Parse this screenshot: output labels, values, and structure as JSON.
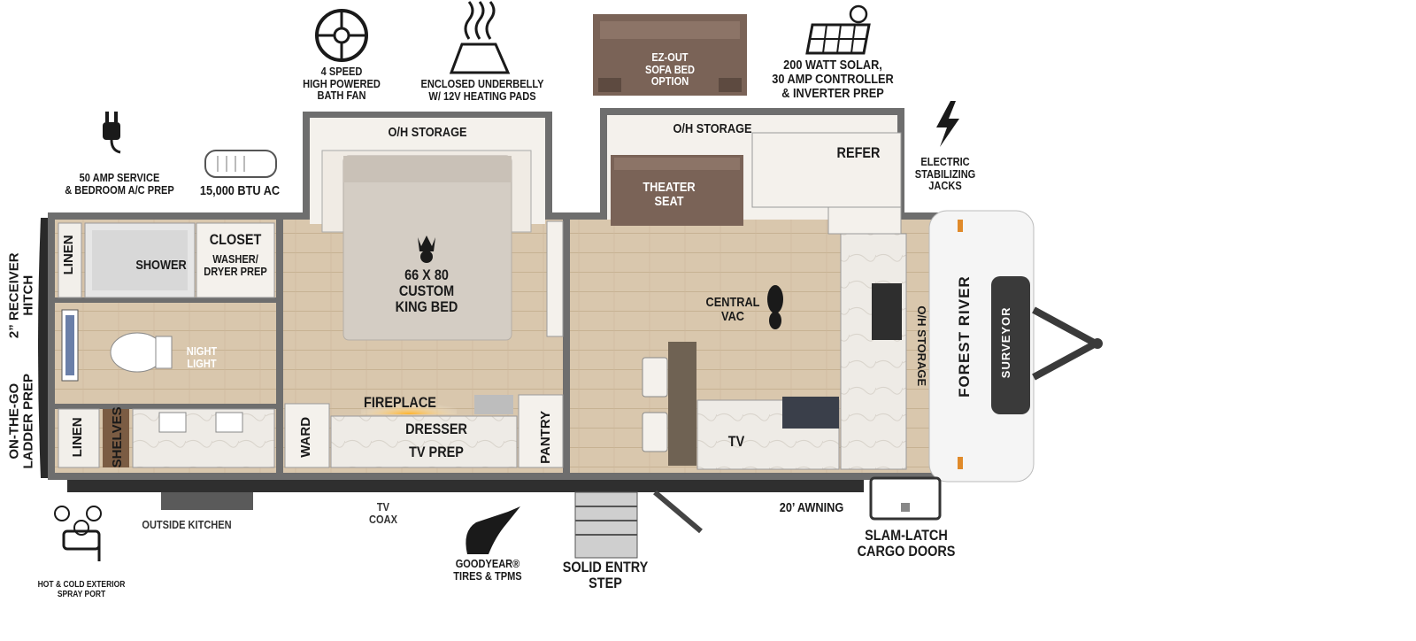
{
  "features": {
    "bath_fan": "4 SPEED\nHIGH POWERED\nBATH FAN",
    "underbelly": "ENCLOSED UNDERBELLY\nW/ 12V HEATING PADS",
    "sofa_bed": "EZ-OUT\nSOFA BED\nOPTION",
    "solar": "200 WATT SOLAR,\n30 AMP CONTROLLER\n& INVERTER PREP",
    "service": "50 AMP SERVICE\n& BEDROOM A/C PREP",
    "ac": "15,000 BTU AC",
    "jacks": "ELECTRIC\nSTABILIZING\nJACKS",
    "receiver": "2” RECEIVER\nHITCH",
    "ladder": "ON-THE-GO\nLADDER PREP",
    "outside_kitchen": "OUTSIDE KITCHEN",
    "tv_coax": "TV\nCOAX",
    "tires": "GOODYEAR®\nTIRES & TPMS",
    "entry_step": "SOLID ENTRY\nSTEP",
    "awning": "20’ AWNING",
    "cargo": "SLAM-LATCH\nCARGO DOORS",
    "spray_port": "HOT & COLD EXTERIOR\nSPRAY PORT"
  },
  "rooms": {
    "oh_storage_bed": "O/H STORAGE",
    "oh_storage_living": "O/H STORAGE",
    "oh_storage_front": "O/H STORAGE",
    "refer": "REFER",
    "theater_seat": "THEATER\nSEAT",
    "linen_top": "LINEN",
    "shower": "SHOWER",
    "closet": "CLOSET",
    "washer": "WASHER/\nDRYER PREP",
    "king_bed": "66 X 80\nCUSTOM\nKING BED",
    "central_vac": "CENTRAL\nVAC",
    "night_light": "NIGHT\nLIGHT",
    "linen_bottom": "LINEN",
    "shelves": "SHELVES",
    "ward": "WARD",
    "fireplace": "FIREPLACE",
    "dresser": "DRESSER",
    "tv_prep": "TV PREP",
    "pantry": "PANTRY",
    "tv": "TV"
  },
  "brand": {
    "maker": "FOREST RIVER",
    "model": "SURVEYOR"
  },
  "colors": {
    "wall": "#6e6e6e",
    "floor": "#d6c3a8",
    "furniture": "#efe9e2",
    "sofa": "#7a6357",
    "fireplace": "#f0a020"
  },
  "icons": [
    "fan-icon",
    "heat-pad-icon",
    "solar-panel-icon",
    "plug-icon",
    "ac-unit-icon",
    "lightning-icon",
    "crown-icon",
    "footprint-icon",
    "faucet-icon",
    "winged-shoe-icon"
  ]
}
